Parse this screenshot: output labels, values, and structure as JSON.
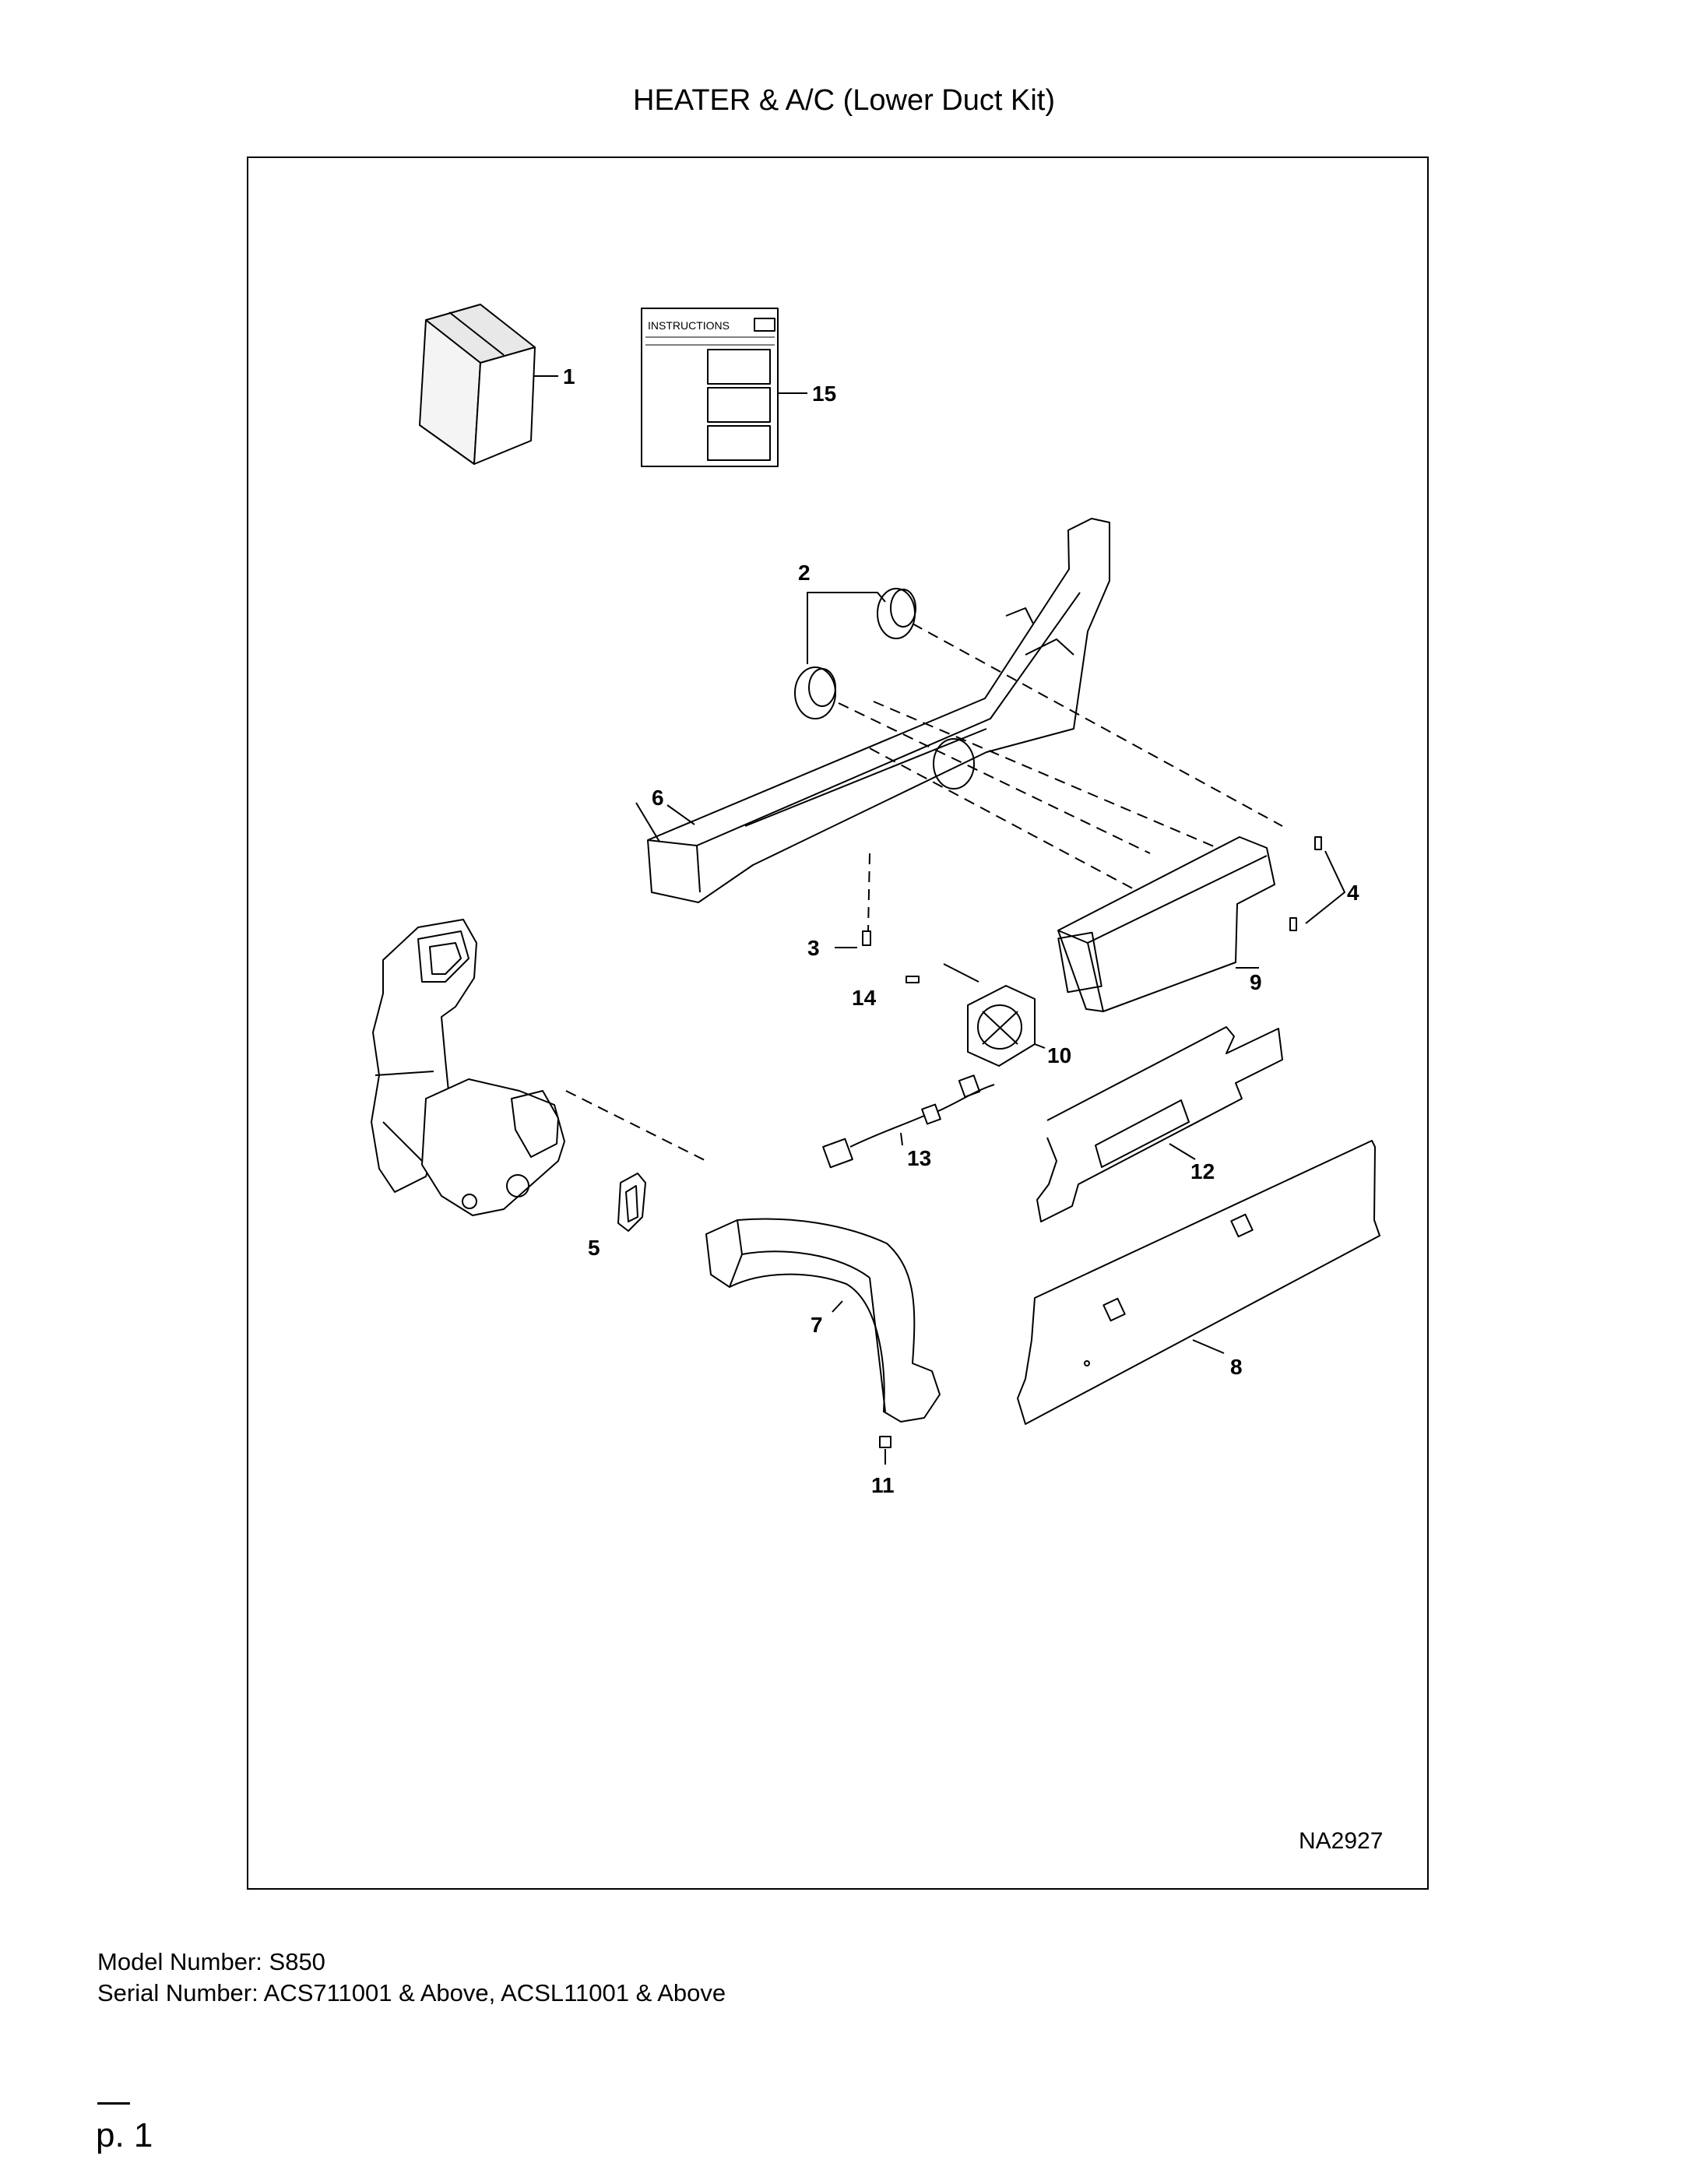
{
  "document": {
    "title": "HEATER & A/C (Lower Duct Kit)",
    "figure_id": "NA2927",
    "model_label": "Model Number: S850",
    "serial_label": "Serial Number: ACS711001 & Above, ACSL11001 & Above",
    "page_label": "p. 1"
  },
  "diagram": {
    "instructions_sheet_text": "INSTRUCTIONS",
    "part_labels": {
      "p1": "1",
      "p2": "2",
      "p3": "3",
      "p4": "4",
      "p5": "5",
      "p6": "6",
      "p7": "7",
      "p8": "8",
      "p9": "9",
      "p10": "10",
      "p11": "11",
      "p12": "12",
      "p13": "13",
      "p14": "14",
      "p15": "15"
    }
  }
}
